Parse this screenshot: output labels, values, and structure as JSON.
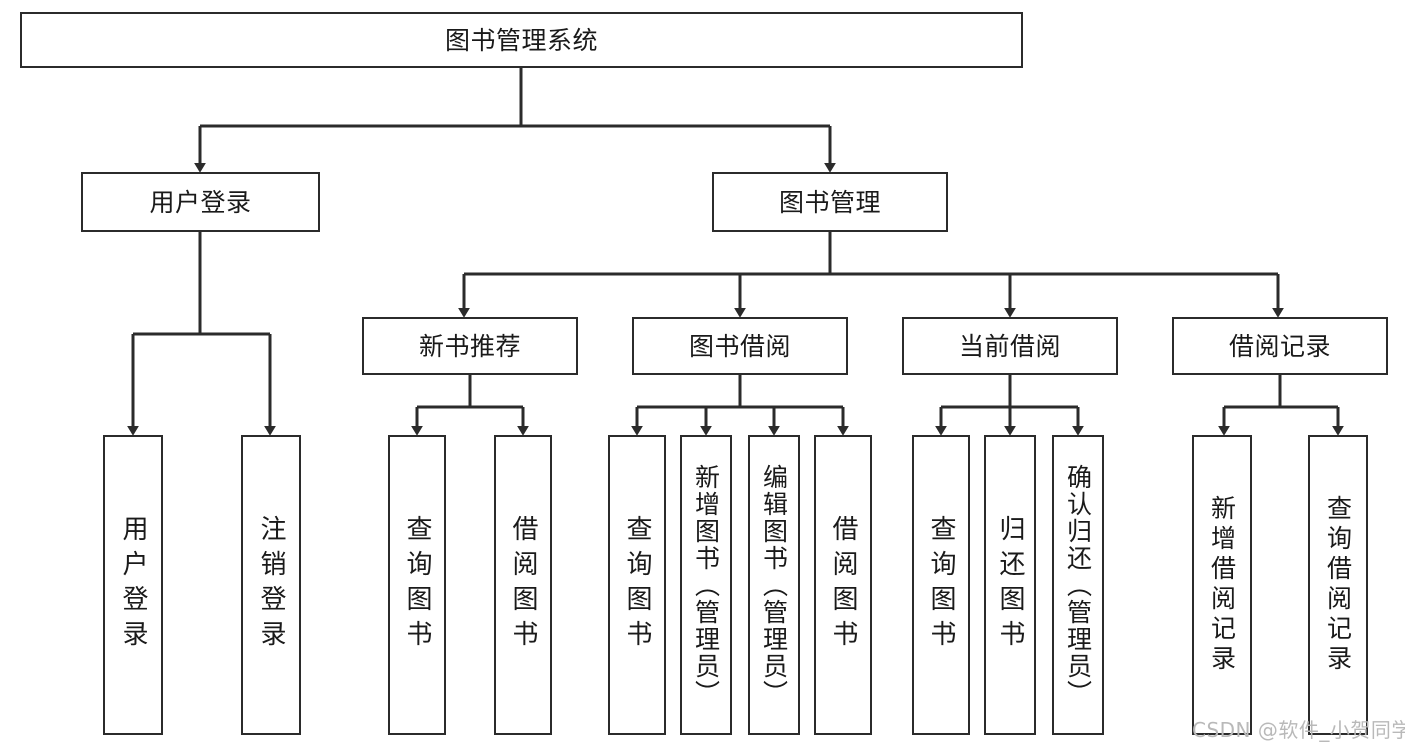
{
  "diagram": {
    "title": "图书管理系统",
    "type": "tree-hierarchy-chart",
    "stroke_color": "#2b2b2b",
    "background_color": "#ffffff",
    "text_color": "#1a1a1a"
  },
  "levels": {
    "root": {
      "label": "图书管理系统"
    },
    "level2": [
      {
        "label": "用户登录"
      },
      {
        "label": "图书管理"
      }
    ],
    "level3": [
      {
        "label": "新书推荐"
      },
      {
        "label": "图书借阅"
      },
      {
        "label": "当前借阅"
      },
      {
        "label": "借阅记录"
      }
    ],
    "leaves": [
      {
        "label": "用户登录"
      },
      {
        "label": "注销登录"
      },
      {
        "label": "查询图书"
      },
      {
        "label": "借阅图书"
      },
      {
        "label": "查询图书"
      },
      {
        "label": "新增图书（管理员）"
      },
      {
        "label": "编辑图书（管理员）"
      },
      {
        "label": "借阅图书"
      },
      {
        "label": "查询图书"
      },
      {
        "label": "归还图书"
      },
      {
        "label": "确认归还（管理员）"
      },
      {
        "label": "新增借阅记录"
      },
      {
        "label": "查询借阅记录"
      }
    ]
  },
  "watermark": {
    "text": "CSDN @软件_小贺同学"
  }
}
